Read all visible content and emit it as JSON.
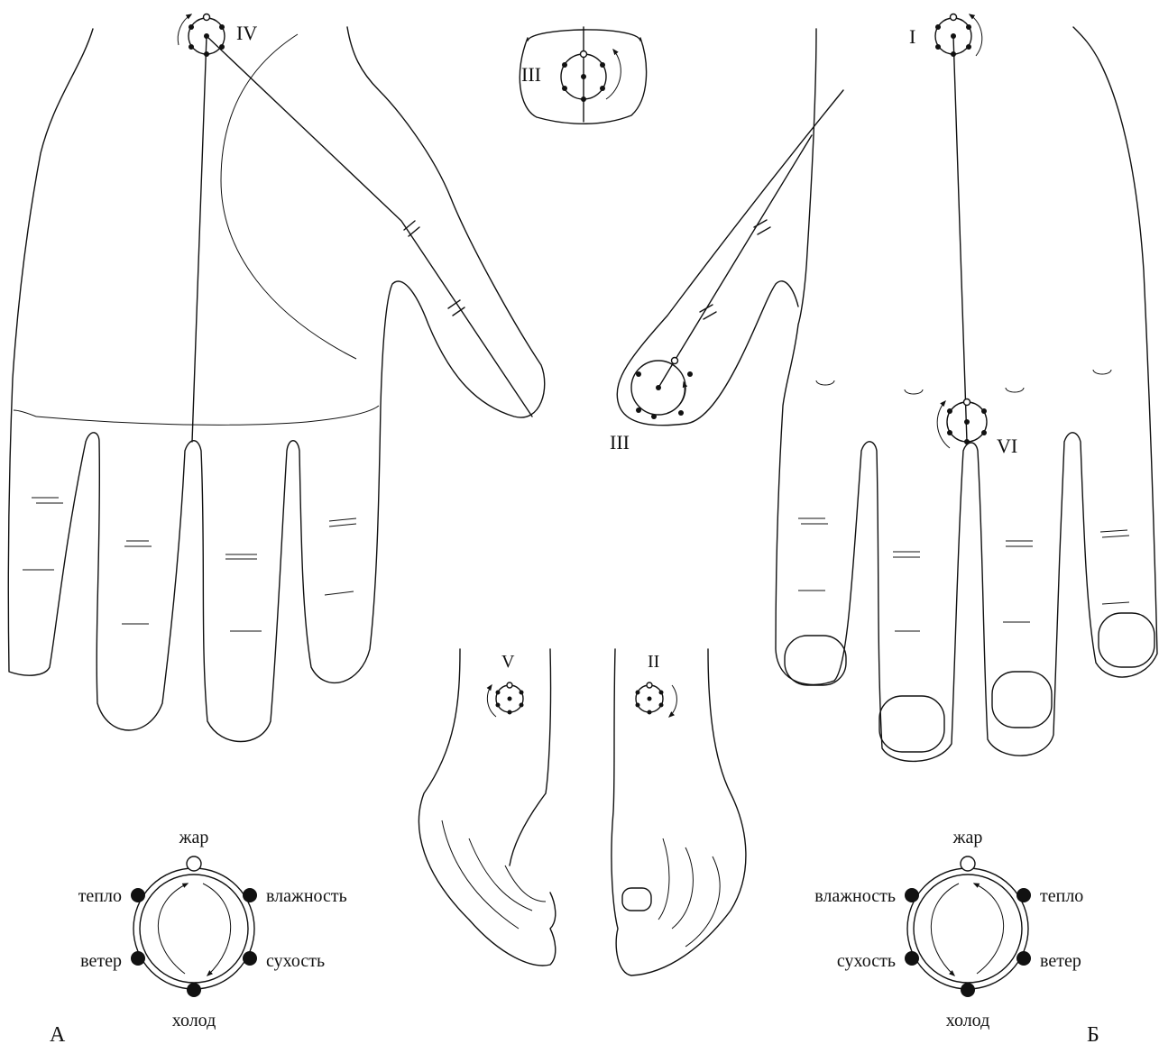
{
  "labels": {
    "point_I": "I",
    "point_II": "II",
    "point_III_top": "III",
    "point_III_finger": "III",
    "point_IV": "IV",
    "point_V": "V",
    "point_VI": "VI",
    "panel_A": "А",
    "panel_B": "Б"
  },
  "legend_A": {
    "top": "жар",
    "upper_left": "тепло",
    "upper_right": "влажность",
    "lower_left": "ветер",
    "lower_right": "сухость",
    "bottom": "холод"
  },
  "legend_B": {
    "top": "жар",
    "upper_left": "влажность",
    "upper_right": "тепло",
    "lower_left": "сухость",
    "lower_right": "ветер",
    "bottom": "холод"
  }
}
